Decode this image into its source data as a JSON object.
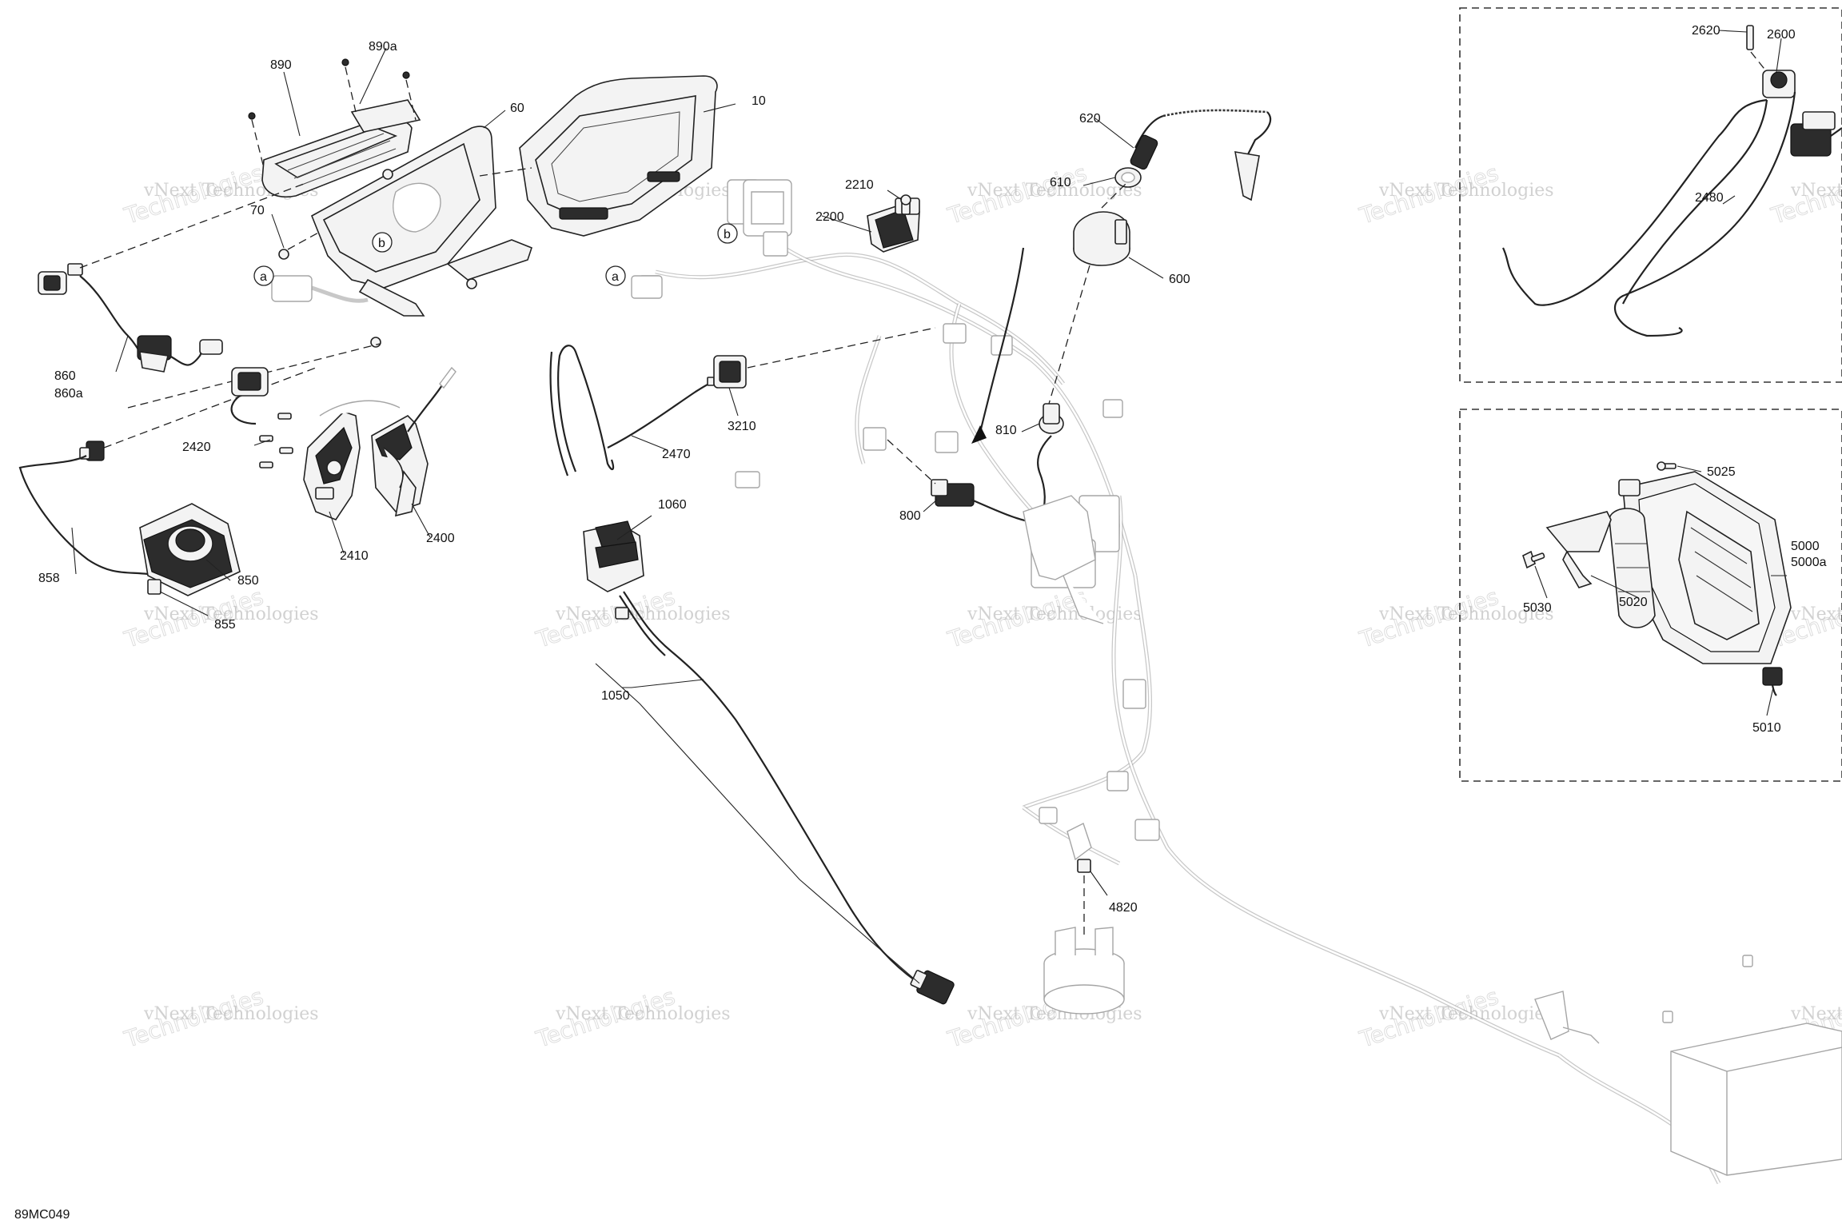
{
  "diagram": {
    "code": "89MC049",
    "watermark": {
      "line1": "vNext Technologies",
      "line2": "Technologies"
    },
    "callouts": [
      "a",
      "b"
    ],
    "labels": {
      "p10": "10",
      "p60": "60",
      "p70": "70",
      "p890": "890",
      "p890a": "890a",
      "p860": "860",
      "p860a": "860a",
      "p858": "858",
      "p850": "850",
      "p855": "855",
      "p2400": "2400",
      "p2410": "2410",
      "p2420": "2420",
      "p2470": "2470",
      "p3210": "3210",
      "p2200": "2200",
      "p2210": "2210",
      "p1060": "1060",
      "p1050": "1050",
      "p620": "620",
      "p610": "610",
      "p600": "600",
      "p810": "810",
      "p800": "800",
      "p4820": "4820",
      "p2620": "2620",
      "p2600": "2600",
      "p2480": "2480",
      "p5025": "5025",
      "p5000": "5000",
      "p5000a": "5000a",
      "p5020": "5020",
      "p5030": "5030",
      "p5010": "5010"
    }
  }
}
